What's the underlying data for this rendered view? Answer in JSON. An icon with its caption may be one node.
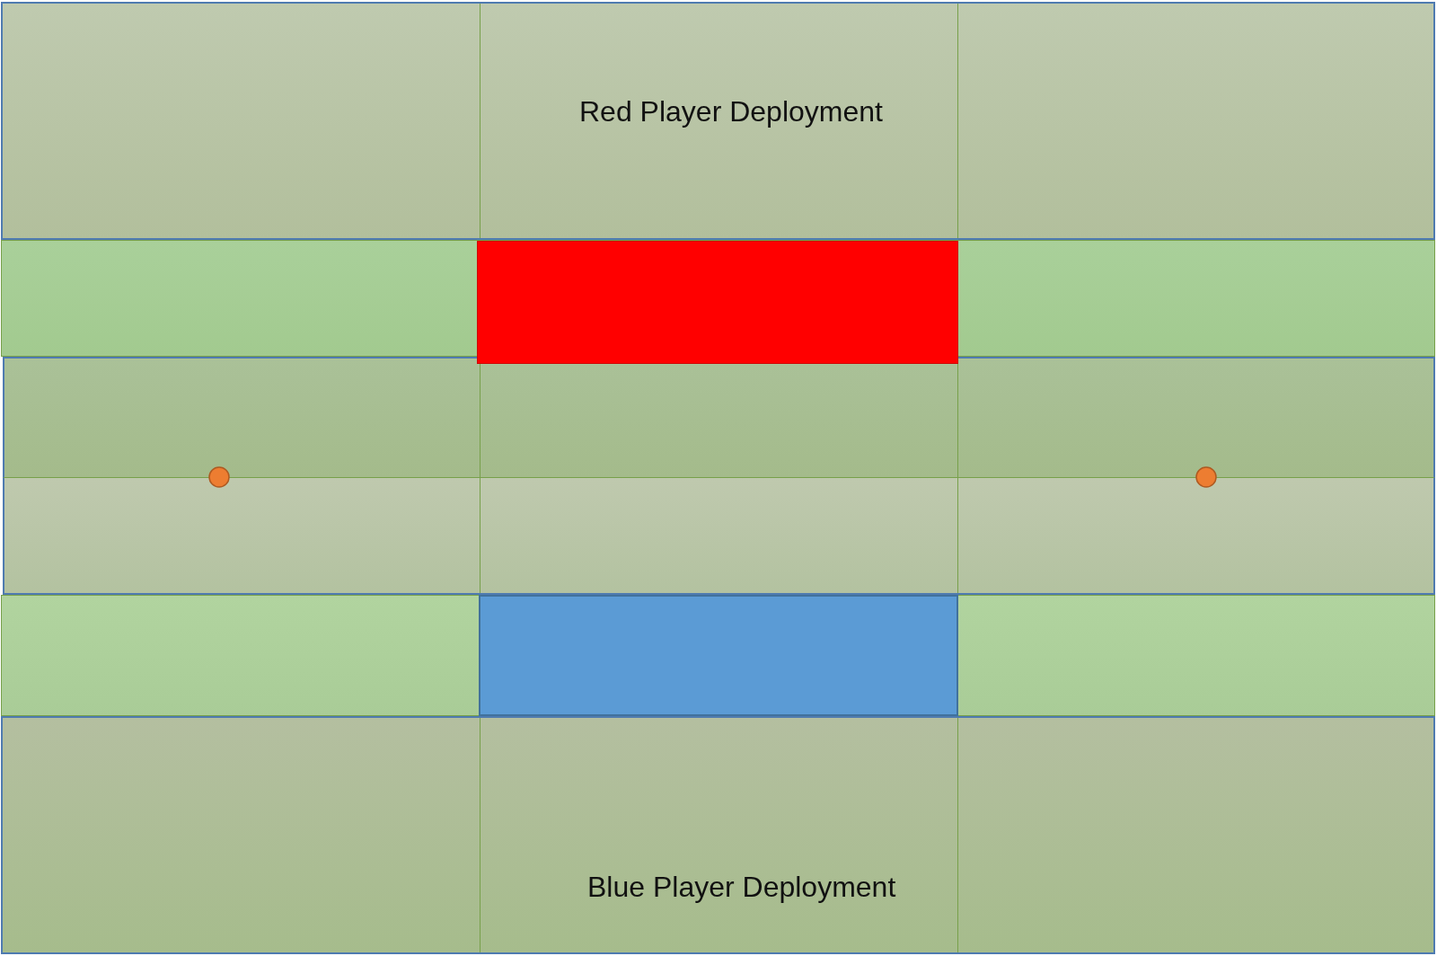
{
  "diagram": {
    "nodes": [
      {
        "text": [
          "Red Player Deployment"
        ]
      },
      {
        "text": [],
        "shape": "box"
      },
      {
        "text": [],
        "shape": "circle"
      },
      {
        "text": [],
        "shape": "circle"
      },
      {
        "text": [],
        "shape": "box"
      },
      {
        "text": [
          "Blue Player Deployment"
        ]
      }
    ]
  }
}
